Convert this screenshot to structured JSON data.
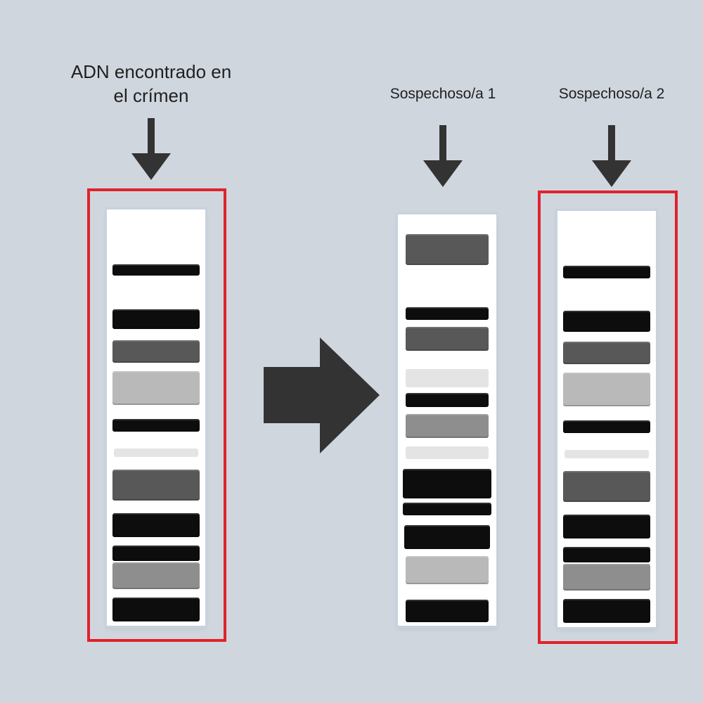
{
  "labels": {
    "crime": "ADN encontrado en\nel crímen",
    "suspect1": "Sospechoso/a 1",
    "suspect2": "Sospechoso/a 2"
  },
  "colors": {
    "background": "#d0d6de",
    "highlight": "#e0222c",
    "arrow": "#333333",
    "strip": "#ffffff",
    "band_black": "#0d0d0d",
    "band_dark_gray": "#585858",
    "band_mid_gray": "#8e8e8e",
    "band_light_gray": "#b9b9b9",
    "band_faint": "#e4e4e4"
  },
  "profiles": [
    {
      "id": "crime",
      "highlighted": true,
      "bands": [
        "black",
        "black",
        "dark_gray",
        "light_gray",
        "black",
        "faint",
        "dark_gray",
        "black",
        "black",
        "mid_gray",
        "black"
      ]
    },
    {
      "id": "suspect1",
      "highlighted": false,
      "bands": [
        "dark_gray",
        "black",
        "dark_gray",
        "faint",
        "black",
        "mid_gray",
        "faint",
        "black",
        "black",
        "black",
        "light_gray",
        "black"
      ]
    },
    {
      "id": "suspect2",
      "highlighted": true,
      "bands": [
        "black",
        "black",
        "dark_gray",
        "light_gray",
        "black",
        "faint",
        "dark_gray",
        "black",
        "black",
        "mid_gray",
        "black"
      ]
    }
  ]
}
